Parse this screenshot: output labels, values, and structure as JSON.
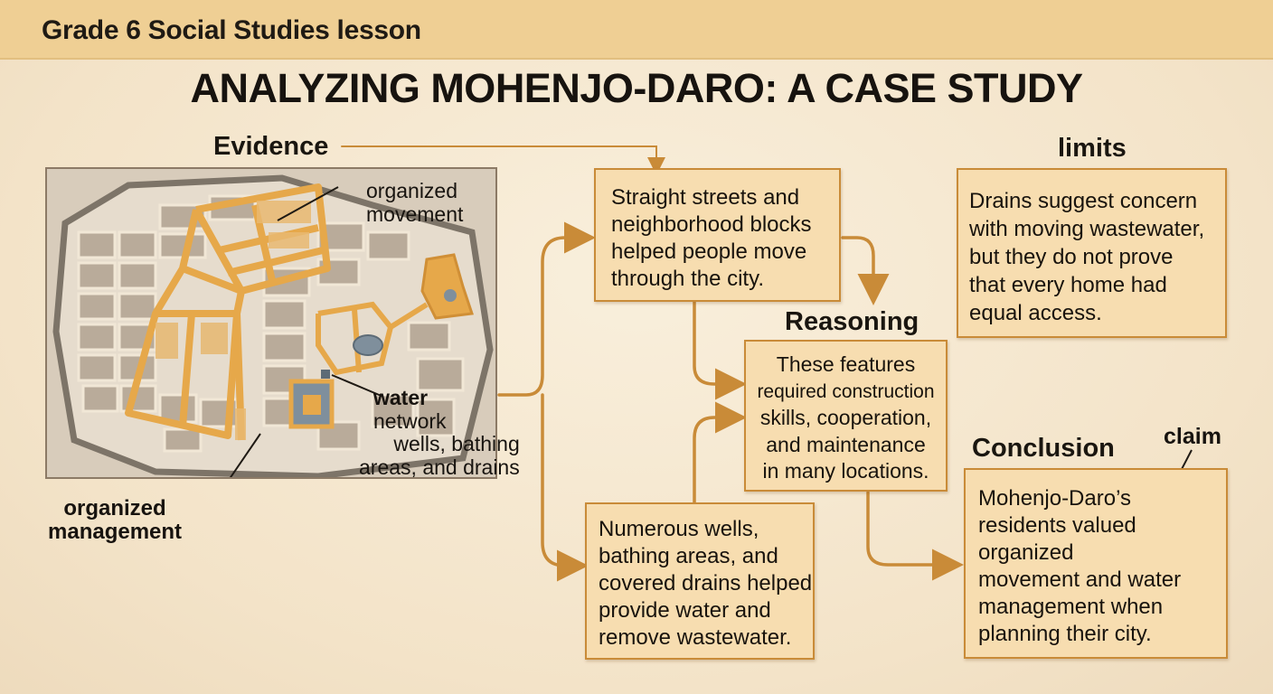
{
  "header": {
    "lesson_label": "Grade 6 Social Studies lesson"
  },
  "title": "ANALYZING MOHENJO-DARO: A CASE STUDY",
  "labels": {
    "evidence": "Evidence",
    "limits": "limits",
    "reasoning": "Reasoning",
    "conclusion": "Conclusion",
    "claim": "claim"
  },
  "map_annotations": {
    "organized_movement": [
      "organized",
      "movement"
    ],
    "water_network": [
      "water",
      "network"
    ],
    "water_detail": [
      "wells, bathing",
      "areas, and drains"
    ],
    "organized_management": [
      "organized",
      "management"
    ]
  },
  "boxes": {
    "evidence_streets": [
      "Straight streets and",
      "neighborhood blocks",
      "helped people move",
      "through the city."
    ],
    "evidence_water": [
      "Numerous wells,",
      "bathing areas, and",
      "covered drains helped",
      "provide water and",
      "remove wastewater."
    ],
    "reasoning": [
      "These features",
      "required construction",
      "skills, cooperation,",
      "and maintenance",
      "in many locations."
    ],
    "limits": [
      "Drains suggest concern",
      "with moving wastewater,",
      "but they do not prove",
      "that every home had",
      "equal access."
    ],
    "conclusion": [
      "Mohenjo-Daro’s",
      "residents valued",
      "organized",
      "movement and water",
      "management when",
      "planning their city."
    ]
  },
  "colors": {
    "arrow": "#c98b38",
    "box_fill": "#f7ddb0",
    "box_border": "#c98b38",
    "header_bar": "#efcf94",
    "street_highlight": "#e6a84a",
    "water": "#7f8f9c"
  }
}
